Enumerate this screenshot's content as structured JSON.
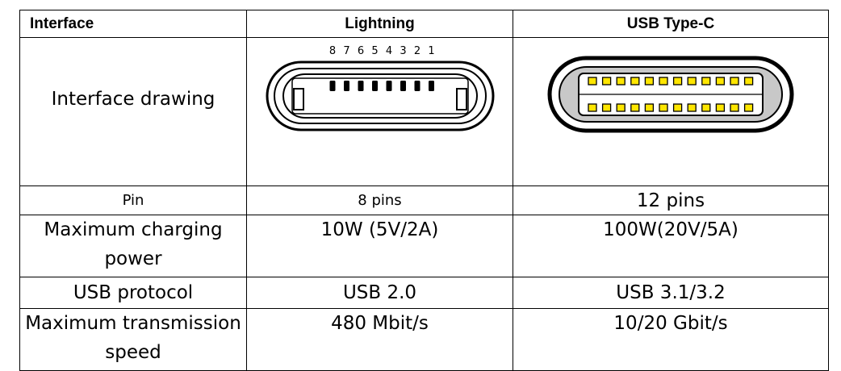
{
  "table": {
    "headers": [
      "Interface",
      "Lightning",
      "USB Type-C"
    ],
    "drawing_row_label": "Interface drawing",
    "lightning_pin_numbers": [
      "8",
      "7",
      "6",
      "5",
      "4",
      "3",
      "2",
      "1"
    ],
    "rows": [
      {
        "label": "Pin",
        "lightning": "8 pins",
        "usbc": "12 pins"
      },
      {
        "label": "Maximum charging power",
        "lightning": "10W (5V/2A)",
        "usbc": "100W(20V/5A)"
      },
      {
        "label": "USB protocol",
        "lightning": "USB 2.0",
        "usbc": "USB 3.1/3.2"
      },
      {
        "label": "Maximum transmission speed",
        "lightning": "480 Mbit/s",
        "usbc": "10/20 Gbit/s"
      }
    ]
  },
  "colors": {
    "usbc_shell": "#c8c8c8",
    "usbc_pin": "#ffe600",
    "line": "#000000"
  },
  "icons": {
    "lightning_port": "lightning-connector-drawing",
    "usbc_port": "usb-c-connector-drawing"
  }
}
